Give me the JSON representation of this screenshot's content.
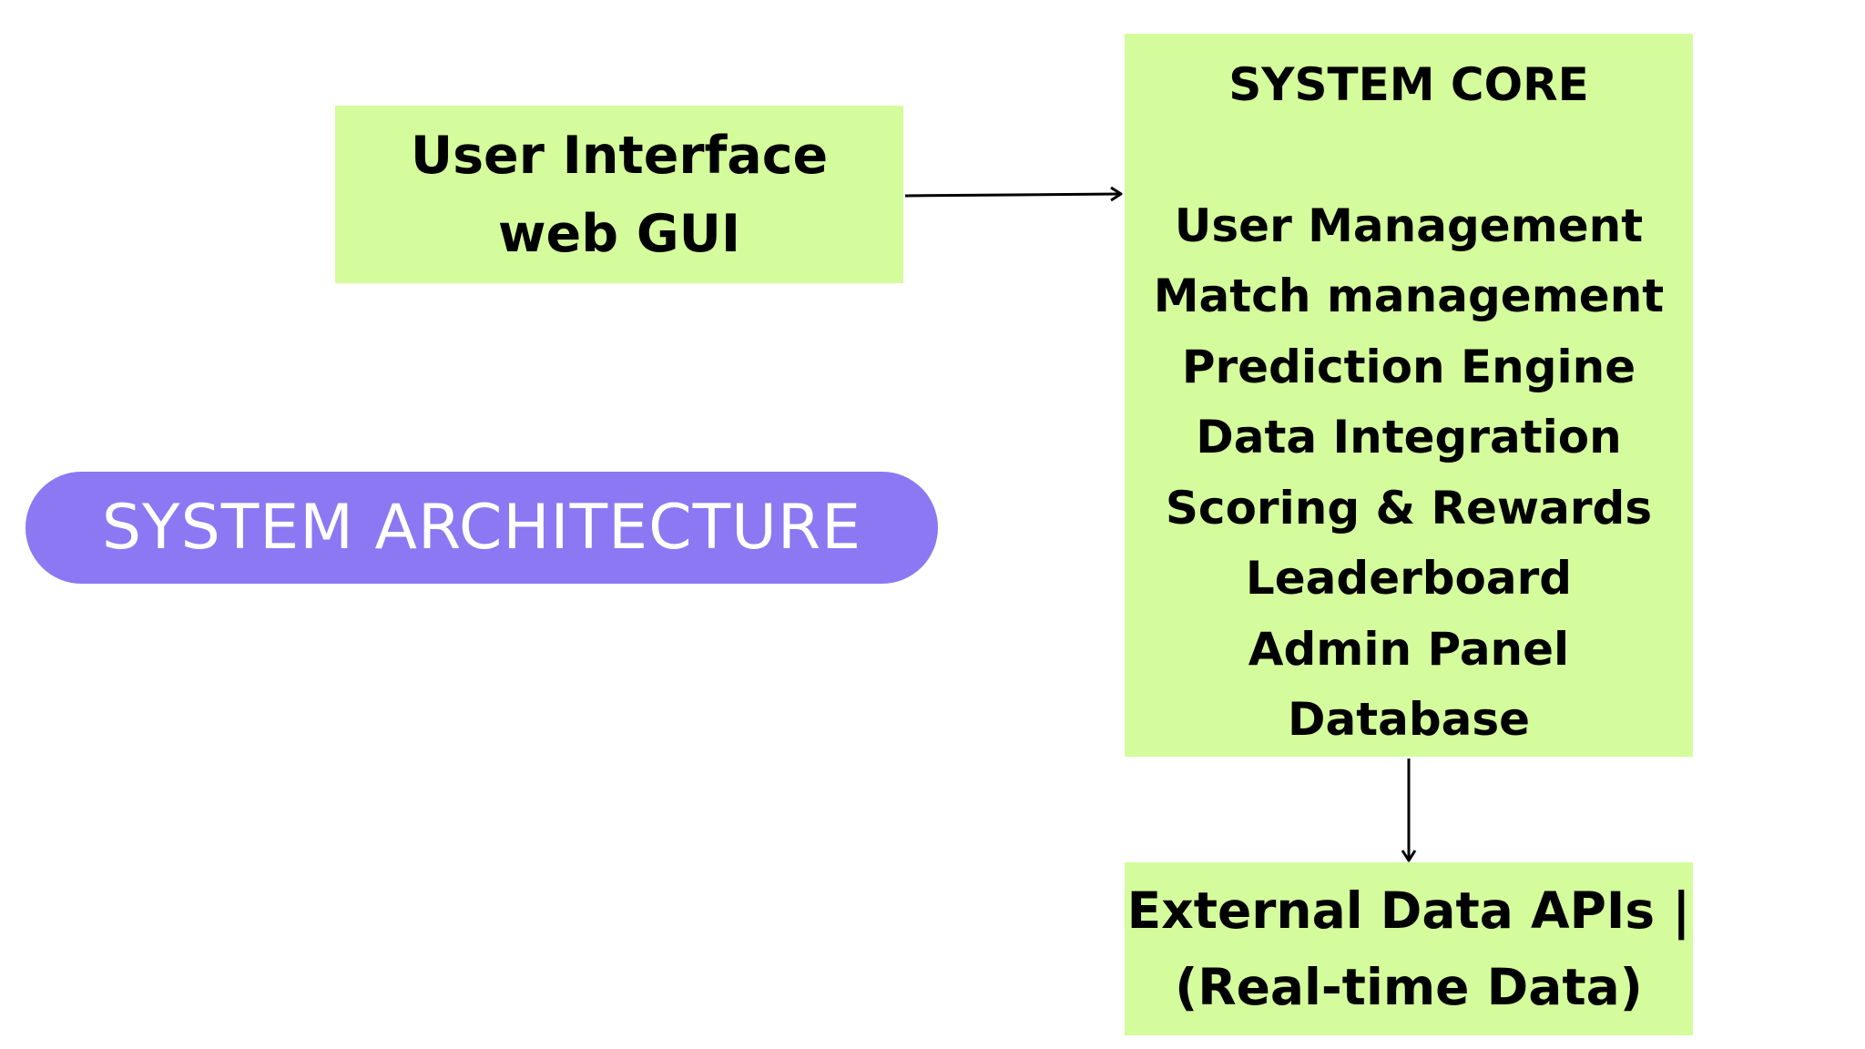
{
  "user_interface": {
    "lines": [
      "User Interface",
      "web GUI"
    ]
  },
  "system_core": {
    "title": "SYSTEM CORE",
    "items": [
      "User Management",
      "Match management",
      "Prediction Engine",
      "Data Integration",
      "Scoring & Rewards",
      "Leaderboard",
      "Admin Panel",
      "Database"
    ]
  },
  "external_apis": {
    "lines": [
      "External Data APIs |",
      "(Real-time Data)"
    ]
  },
  "architecture_label": "SYSTEM ARCHITECTURE",
  "colors": {
    "box_fill": "#d4fc9c",
    "pill_fill": "#8b78f2",
    "pill_text": "#ffffff",
    "text": "#000000",
    "connector": "#000000"
  }
}
